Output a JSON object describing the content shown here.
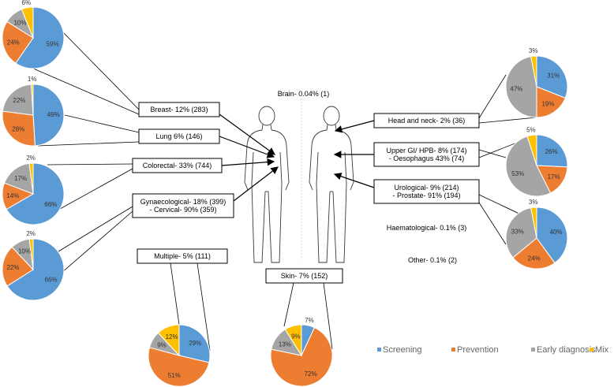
{
  "colors": {
    "Screening": "#5b9bd5",
    "Prevention": "#ed7d31",
    "Early diagnosis": "#a5a5a5",
    "Mix": "#ffc000"
  },
  "chart_data": [
    {
      "type": "pie",
      "title": "Breast- 12% (283)",
      "categories": [
        "Screening",
        "Prevention",
        "Early diagnosis",
        "Mix"
      ],
      "values": [
        59,
        24,
        10,
        6
      ],
      "labels": [
        "59%",
        "24%",
        "10%",
        "6%"
      ]
    },
    {
      "type": "pie",
      "title": "Lung 6% (146)",
      "categories": [
        "Screening",
        "Prevention",
        "Early diagnosis",
        "Mix"
      ],
      "values": [
        49,
        28,
        22,
        1
      ],
      "labels": [
        "49%",
        "28%",
        "22%",
        "1%"
      ]
    },
    {
      "type": "pie",
      "title": "Colorectal- 33% (744)",
      "categories": [
        "Screening",
        "Prevention",
        "Early diagnosis",
        "Mix"
      ],
      "values": [
        66,
        14,
        17,
        2
      ],
      "labels": [
        "66%",
        "14%",
        "17%",
        "2%"
      ]
    },
    {
      "type": "pie",
      "title": "Gynaecological- 18% (399) - Cervical- 90% (359)",
      "categories": [
        "Screening",
        "Prevention",
        "Early diagnosis",
        "Mix"
      ],
      "values": [
        66,
        22,
        10,
        2
      ],
      "labels": [
        "66%",
        "22%",
        "10%",
        "2%"
      ]
    },
    {
      "type": "pie",
      "title": "Multiple- 5% (111)",
      "categories": [
        "Screening",
        "Prevention",
        "Early diagnosis",
        "Mix"
      ],
      "values": [
        29,
        51,
        9,
        12
      ],
      "labels": [
        "29%",
        "51%",
        "9%",
        "12%"
      ]
    },
    {
      "type": "pie",
      "title": "Skin- 7% (152)",
      "categories": [
        "Screening",
        "Prevention",
        "Early diagnosis",
        "Mix"
      ],
      "values": [
        7,
        72,
        13,
        9
      ],
      "labels": [
        "7%",
        "72%",
        "13%",
        "9%"
      ]
    },
    {
      "type": "pie",
      "title": "Head and neck- 2% (36)",
      "categories": [
        "Screening",
        "Prevention",
        "Early diagnosis",
        "Mix"
      ],
      "values": [
        31,
        19,
        47,
        3
      ],
      "labels": [
        "31%",
        "19%",
        "47%",
        "3%"
      ]
    },
    {
      "type": "pie",
      "title": "Upper GI/ HPB- 8% (174) - Oesophagus 43% (74)",
      "categories": [
        "Screening",
        "Prevention",
        "Early diagnosis",
        "Mix"
      ],
      "values": [
        26,
        17,
        53,
        5
      ],
      "labels": [
        "26%",
        "17%",
        "53%",
        "5%"
      ]
    },
    {
      "type": "pie",
      "title": "Urological- 9% (214) - Prostate- 91% (194)",
      "categories": [
        "Screening",
        "Prevention",
        "Early diagnosis",
        "Mix"
      ],
      "values": [
        40,
        24,
        33,
        3
      ],
      "labels": [
        "40%",
        "24%",
        "33%",
        "3%"
      ]
    }
  ],
  "categories": [
    {
      "key": "breast",
      "lines": [
        "Breast- 12% (283)"
      ]
    },
    {
      "key": "lung",
      "lines": [
        "Lung 6% (146)"
      ]
    },
    {
      "key": "colorectal",
      "lines": [
        "Colorectal- 33% (744)"
      ]
    },
    {
      "key": "gynae",
      "lines": [
        "Gynaecological- 18% (399)",
        "- Cervical- 90% (359)"
      ]
    },
    {
      "key": "multiple",
      "lines": [
        "Multiple- 5% (111)"
      ]
    },
    {
      "key": "skin",
      "lines": [
        "Skin- 7% (152)"
      ]
    },
    {
      "key": "brain",
      "lines": [
        "Brain- 0.04% (1)"
      ]
    },
    {
      "key": "headneck",
      "lines": [
        "Head and neck- 2% (36)"
      ]
    },
    {
      "key": "uppergi",
      "lines": [
        "Upper GI/ HPB- 8% (174)",
        "- Oesophagus 43% (74)"
      ]
    },
    {
      "key": "uro",
      "lines": [
        "Urological- 9% (214)",
        "- Prostate- 91% (194)"
      ]
    },
    {
      "key": "haem",
      "lines": [
        "Haematological- 0.1% (3)"
      ]
    },
    {
      "key": "other",
      "lines": [
        "Other- 0.1% (2)"
      ]
    }
  ],
  "legend": [
    "Screening",
    "Prevention",
    "Early diagnosis",
    "Mix"
  ]
}
